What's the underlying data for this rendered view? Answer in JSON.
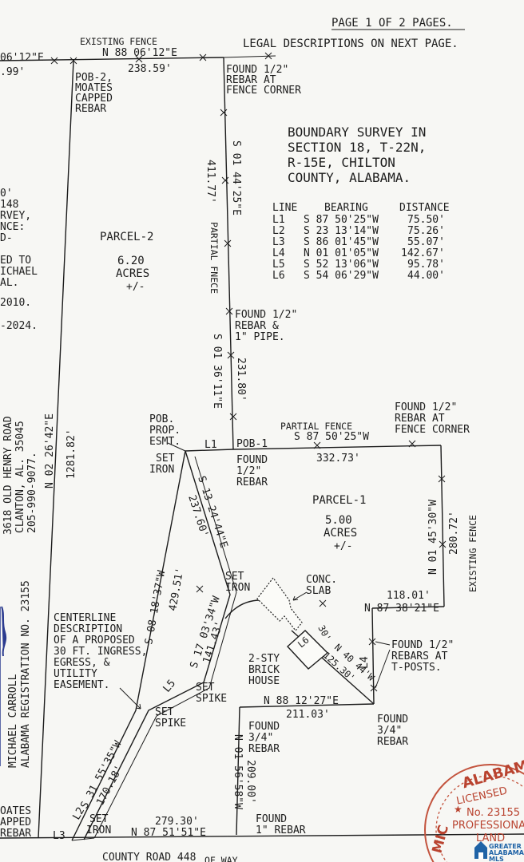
{
  "header": {
    "page": "PAGE 1 OF 2 PAGES.",
    "legal": "LEGAL DESCRIPTIONS ON NEXT PAGE."
  },
  "title": [
    "BOUNDARY SURVEY IN",
    "SECTION 18, T-22N,",
    "R-15E, CHILTON",
    "COUNTY, ALABAMA."
  ],
  "line_table": {
    "headers": [
      "LINE",
      "BEARING",
      "DISTANCE"
    ],
    "rows": [
      {
        "line": "L1",
        "bearing": "S 87 50'25\"W",
        "distance": "75.50'"
      },
      {
        "line": "L2",
        "bearing": "S 23 13'14\"W",
        "distance": "75.26'"
      },
      {
        "line": "L3",
        "bearing": "S 86 01'45\"W",
        "distance": "55.07'"
      },
      {
        "line": "L4",
        "bearing": "N 01 01'05\"W",
        "distance": "142.67'"
      },
      {
        "line": "L5",
        "bearing": "S 52 13'06\"W",
        "distance": "95.78'"
      },
      {
        "line": "L6",
        "bearing": "S 54 06'29\"W",
        "distance": "44.00'"
      }
    ]
  },
  "labels": {
    "existing_fence_top": "EXISTING FENCE",
    "top_bearing": "N 88 06'12\"E",
    "top_distance": "238.59'",
    "left_edge_1": "06'12\"E",
    "left_edge_2": ".99'",
    "pob2": [
      "POB-2,",
      "MOATES",
      "CAPPED",
      "REBAR"
    ],
    "found_fence_corner": [
      "FOUND 1/2\"",
      "REBAR AT",
      "FENCE CORNER"
    ],
    "east_bearing_1": "S 01 44'25\"E",
    "east_distance_1": "411.77'",
    "partial_fence_v": "PARTIAL FNECE",
    "found_pipe": [
      "FOUND 1/2\"",
      "REBAR &",
      "1\" PIPE."
    ],
    "east_bearing_2": "S 01 36'11\"E",
    "east_distance_2": "231.80'",
    "parcel2": [
      "PARCEL-2",
      "6.20",
      "ACRES",
      "+/-"
    ],
    "left_margin": [
      "0'",
      "148",
      "RVEY,",
      "NCE:",
      "D-",
      "ED TO",
      "ICHAEL",
      "AL.",
      "2010.",
      "-2024."
    ],
    "west_bearing": "N 02 26'42\"E",
    "west_distance": "1281.82'",
    "address": [
      "3618 OLD HENRY ROAD",
      "CLANTON, AL. 35045",
      "205-990-9077."
    ],
    "surveyor": [
      "MICHAEL CARROLL",
      "ALABAMA REGISTRATION NO. 23155"
    ],
    "pob_prop": [
      "POB.",
      "PROP.",
      "ESMT."
    ],
    "set_iron": [
      "SET",
      "IRON"
    ],
    "l1": "L1",
    "pob1": "POB-1",
    "found_rebar_pob1": [
      "FOUND",
      "1/2\"",
      "REBAR"
    ],
    "partial_fence": "PARTIAL FENCE",
    "p1_north_bearing": "S 87 50'25\"W",
    "p1_north_distance": "332.73'",
    "found_fence_corner_2": [
      "FOUND 1/2\"",
      "REBAR AT",
      "FENCE CORNER"
    ],
    "parcel1": [
      "PARCEL-1",
      "5.00",
      "ACRES",
      "+/-"
    ],
    "p1_east_bearing": "N 01 45'30\"W",
    "p1_east_distance": "280.72'",
    "existing_fence_v": "EXISTING FENCE",
    "esmt_bearing_1": "S 13 24'44\"E",
    "esmt_distance_1": "237.60'",
    "esmt_bearing_2": "S 08 18'37\"W",
    "esmt_distance_2": "429.51'",
    "set_iron_2": [
      "SET",
      "IRON"
    ],
    "esmt_bearing_3": "S 17 03'34\"W",
    "esmt_distance_3": "141.43'",
    "conc_slab": [
      "CONC.",
      "SLAB"
    ],
    "centerline": [
      "CENTERLINE",
      "DESCRIPTION",
      "OF A PROPOSED",
      "30 FT. INGRESS,",
      "EGRESS, &",
      "UTILITY",
      "EASEMENT."
    ],
    "house": [
      "2-STY",
      "BRICK",
      "HOUSE"
    ],
    "l6": "L6",
    "thirty": "30'",
    "diag_bearing": "N 40 44'W",
    "diag_distance": "125.30'",
    "l4": "L4",
    "step_distance": "118.01'",
    "step_bearing": "N 87 38'21\"E",
    "found_tposts": [
      "FOUND 1/2\"",
      "REBARS AT",
      "T-POSTS."
    ],
    "l5": "L5",
    "set_spike_1": [
      "SET",
      "SPIKE"
    ],
    "set_spike_2": [
      "SET",
      "SPIKE"
    ],
    "mid_bearing": "N 88 12'27\"E",
    "mid_distance": "211.03'",
    "found_34_1": [
      "FOUND",
      "3/4\"",
      "REBAR"
    ],
    "found_34_2": [
      "FOUND",
      "3/4\"",
      "REBAR"
    ],
    "south_v_bearing": "N 01 56'58\"W",
    "south_v_distance": "209.00'",
    "esmt_bearing_4": "S 31 55'35\"W",
    "esmt_distance_4": "170.18'",
    "l2": "L2",
    "l3": "L3",
    "set_iron_3": [
      "SET",
      "IRON"
    ],
    "bottom_distance": "279.30'",
    "bottom_bearing": "N 87 51'51\"E",
    "found_1_rebar": [
      "FOUND",
      "1\" REBAR"
    ],
    "moates_left": [
      "OATES",
      "APPED",
      "REBAR"
    ],
    "road": "COUNTY ROAD 448",
    "row_text": "OF WAY"
  },
  "stamp": {
    "arc": "ALABAMA",
    "licensed": "LICENSED",
    "number": "No. 23155",
    "professional": "PROFESSIONAL",
    "land": "LAND",
    "side": "MIC"
  },
  "watermark": [
    "GREATER",
    "ALABAMA",
    "MLS"
  ]
}
